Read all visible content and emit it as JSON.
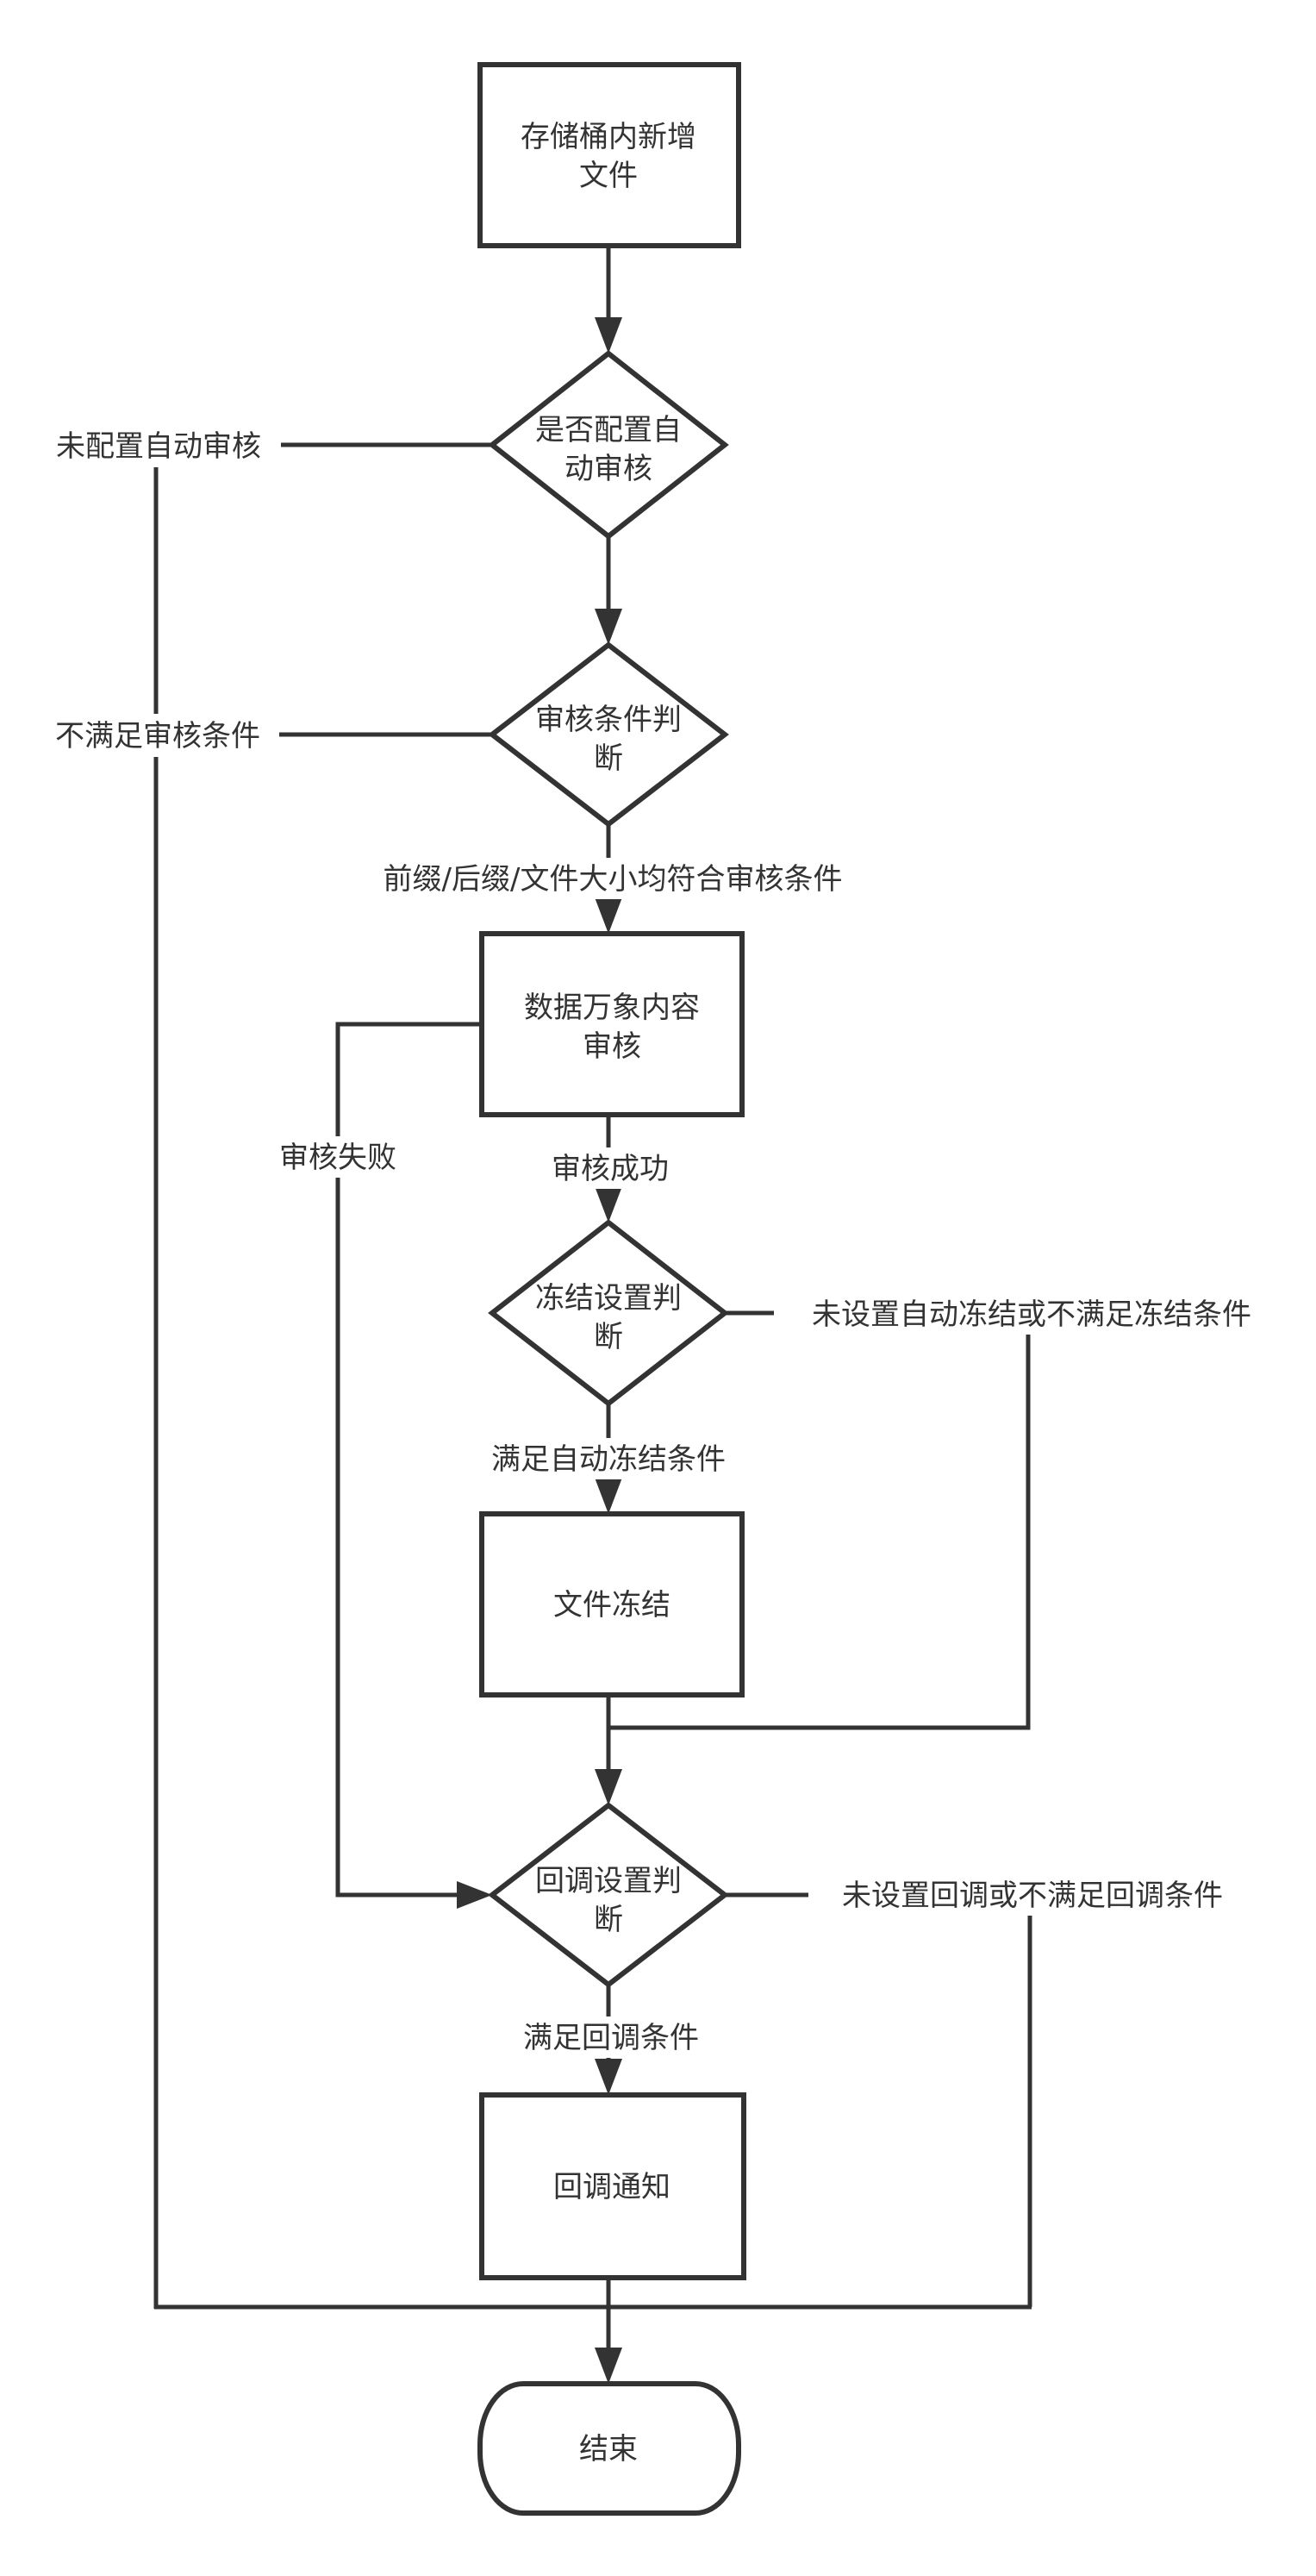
{
  "diagram": {
    "type": "flowchart",
    "colors": {
      "stroke": "#333333",
      "fill": "#ffffff",
      "text": "#333333"
    },
    "nodes": {
      "start": {
        "kind": "process",
        "lines": [
          "存储桶内新增",
          "文件"
        ]
      },
      "check_auto_review": {
        "kind": "decision",
        "lines": [
          "是否配置自",
          "动审核"
        ]
      },
      "check_review_conditions": {
        "kind": "decision",
        "lines": [
          "审核条件判",
          "断"
        ]
      },
      "content_review": {
        "kind": "process",
        "lines": [
          "数据万象内容",
          "审核"
        ]
      },
      "check_freeze": {
        "kind": "decision",
        "lines": [
          "冻结设置判",
          "断"
        ]
      },
      "freeze_file": {
        "kind": "process",
        "lines": [
          "文件冻结"
        ]
      },
      "check_callback": {
        "kind": "decision",
        "lines": [
          "回调设置判",
          "断"
        ]
      },
      "callback_notify": {
        "kind": "process",
        "lines": [
          "回调通知"
        ]
      },
      "end": {
        "kind": "terminator",
        "lines": [
          "结束"
        ]
      }
    },
    "edges": {
      "not_configured": {
        "from": "check_auto_review",
        "to": "end",
        "label": "未配置自动审核"
      },
      "conditions_not_met": {
        "from": "check_review_conditions",
        "to": "end",
        "label": "不满足审核条件"
      },
      "conditions_met": {
        "from": "check_review_conditions",
        "to": "content_review",
        "label": "前缀/后缀/文件大小均符合审核条件"
      },
      "review_failed": {
        "from": "content_review",
        "to": "check_callback",
        "label": "审核失败"
      },
      "review_success": {
        "from": "content_review",
        "to": "check_freeze",
        "label": "审核成功"
      },
      "freeze_not_set": {
        "from": "check_freeze",
        "to": "check_callback",
        "label": "未设置自动冻结或不满足冻结条件"
      },
      "freeze_met": {
        "from": "check_freeze",
        "to": "freeze_file",
        "label": "满足自动冻结条件"
      },
      "callback_not_set": {
        "from": "check_callback",
        "to": "end",
        "label": "未设置回调或不满足回调条件"
      },
      "callback_met": {
        "from": "check_callback",
        "to": "callback_notify",
        "label": "满足回调条件"
      }
    }
  }
}
